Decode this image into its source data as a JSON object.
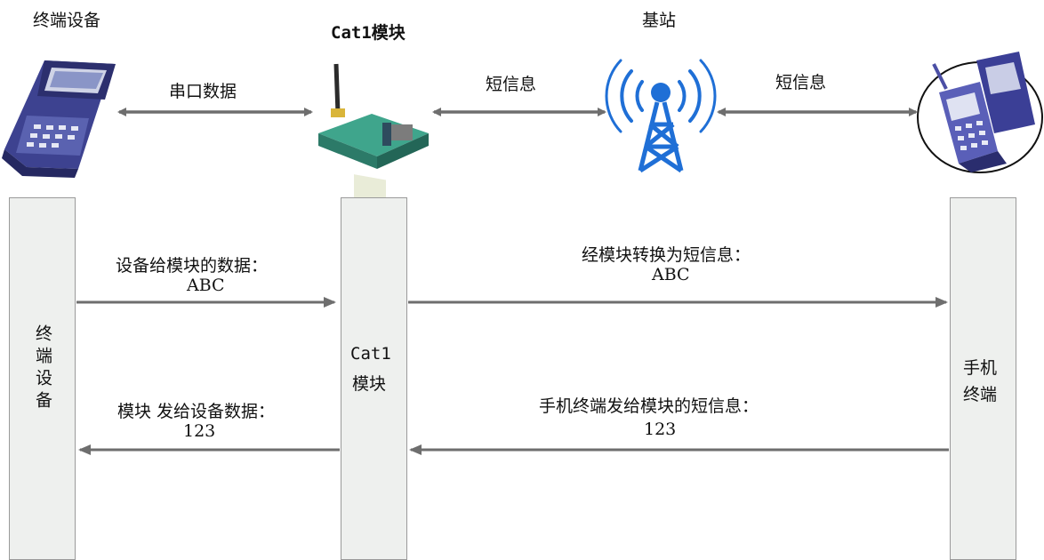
{
  "header": {
    "device_title": "终端设备",
    "module_title": "Cat1模块",
    "base_title": "基站"
  },
  "links": {
    "serial": "串口数据",
    "sms_left": "短信息",
    "sms_right": "短信息"
  },
  "lanes": {
    "device": "终端设备",
    "module_line1": "Cat1",
    "module_line2": "模块",
    "phone_line1": "手机",
    "phone_line2": "终端"
  },
  "messages": {
    "m1_title": "设备给模块的数据：",
    "m1_value": "ABC",
    "m2_title": "经模块转换为短信息：",
    "m2_value": "ABC",
    "m3_title": "模块 发给设备数据：",
    "m3_value": "123",
    "m4_title": "手机终端发给模块的短信息：",
    "m4_value": "123"
  },
  "colors": {
    "arrow": "#6e6e6e",
    "lane_fill": "#eef0ee",
    "lane_border": "#9a9a9a",
    "tower_blue": "#1f6fd6",
    "device_blue": "#3a3f8f"
  }
}
